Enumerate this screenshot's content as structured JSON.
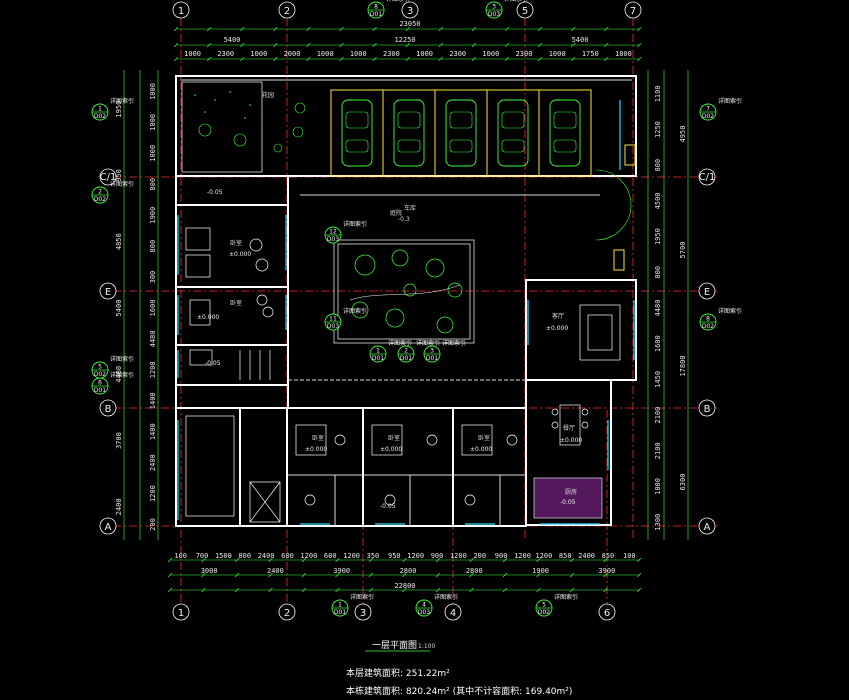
{
  "grid_top": [
    "1",
    "2",
    "3",
    "5",
    "7"
  ],
  "grid_bottom": [
    "1",
    "2",
    "3",
    "4",
    "6"
  ],
  "grid_side_left": [
    "C/1",
    "E",
    "B",
    "A"
  ],
  "grid_side_right": [
    "C/1",
    "E",
    "B",
    "A"
  ],
  "dims": {
    "top_overall": "23050",
    "top_mid_1": "5400",
    "top_mid_2": "12250",
    "top_mid_3": "5400",
    "top_row": [
      "1000",
      "2300",
      "1000",
      "2000",
      "1000",
      "1000",
      "2300",
      "1000",
      "2300",
      "1000",
      "2300",
      "1000",
      "1750",
      "1800"
    ],
    "bottom_row1": [
      "100",
      "700",
      "1500",
      "800",
      "2400",
      "600",
      "1200",
      "600",
      "1200",
      "350",
      "950",
      "1200",
      "900",
      "1200",
      "200",
      "900",
      "1200",
      "1200",
      "850",
      "2400",
      "850",
      "100"
    ],
    "bottom_row2": [
      "3000",
      "2400",
      "3900",
      "2800",
      "2800",
      "1900",
      "3900"
    ],
    "bottom_overall": "22800",
    "left_col1": [
      "1950",
      "950",
      "4850",
      "5400",
      "4480",
      "3700",
      "2400"
    ],
    "left_col2": [
      "1000",
      "1000",
      "1000",
      "800",
      "1900",
      "800",
      "300",
      "1600",
      "4480",
      "1200",
      "1400",
      "1400",
      "2400",
      "1200",
      "200"
    ],
    "right_col1": [
      "1100",
      "1250",
      "800",
      "4500",
      "1950",
      "800",
      "4480",
      "1600",
      "1450",
      "2100",
      "2100",
      "1000",
      "1300"
    ],
    "right_col2": [
      "4950",
      "5700",
      "17800",
      "6300"
    ]
  },
  "sections": {
    "s1": {
      "num": "1",
      "sheet": "D02"
    },
    "s2": {
      "num": "2",
      "sheet": "D02"
    },
    "s3": {
      "num": "7",
      "sheet": "D02"
    },
    "s4": {
      "num": "8",
      "sheet": "D02"
    },
    "s5": {
      "num": "5",
      "sheet": "D02"
    },
    "s6": {
      "num": "6",
      "sheet": "D01"
    },
    "s7": {
      "num": "12",
      "sheet": "D03"
    },
    "s8": {
      "num": "11",
      "sheet": "D03"
    },
    "s9": {
      "num": "1",
      "sheet": "D01"
    },
    "s10": {
      "num": "2",
      "sheet": "D01"
    },
    "s11": {
      "num": "3",
      "sheet": "D01"
    },
    "s12": {
      "num": "8",
      "sheet": "D01"
    },
    "s13": {
      "num": "3",
      "sheet": "D03"
    },
    "s14": {
      "num": "1",
      "sheet": "D01"
    },
    "s15": {
      "num": "4",
      "sheet": "D03"
    },
    "s16": {
      "num": "5",
      "sheet": "D02"
    }
  },
  "callout": "详图索引",
  "levels": {
    "l1": "±0.000",
    "l2": "±0.000",
    "l3": "±0.000",
    "l4": "±0.000",
    "l5": "±0.000",
    "l6": "±0.000",
    "l7": "±0.000",
    "l8": "-0.05",
    "l9": "-0.05",
    "l10": "-0.05",
    "l11": "-0.05",
    "l12": "-0.3"
  },
  "rooms": {
    "bedroom": "卧室",
    "living": "客厅",
    "dining": "餐厅",
    "kitchen": "厨房",
    "garage": "车库",
    "court": "庭院",
    "garden": "花园"
  },
  "drawing": {
    "title": "一层平面图",
    "scale": "1:100",
    "area1": "本层建筑面积: 251.22m²",
    "area2": "本栋建筑面积: 820.24m²  (其中不计容面积: 169.40m²)"
  }
}
